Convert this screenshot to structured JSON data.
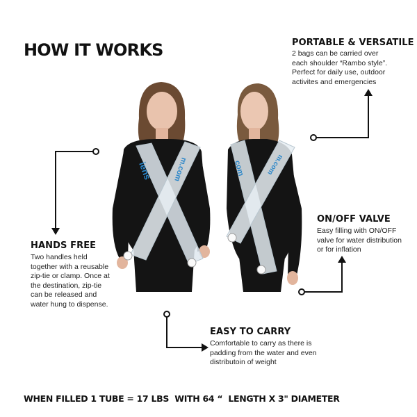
{
  "title": "HOW IT WORKS",
  "sections": {
    "portable": {
      "heading": "PORTABLE & VERSATILE",
      "lines": [
        "2 bags can be carried over",
        "each shoulder “Rambo style”.",
        "Perfect for daily use, outdoor",
        "activites and emergencies"
      ]
    },
    "hands_free": {
      "heading": "HANDS FREE",
      "lines": [
        "Two handles held",
        "together with a reusable",
        "zip-tie or clamp. Once at",
        "the destination, zip-tie",
        "can be released and",
        "water hung to dispense."
      ]
    },
    "valve": {
      "heading": "ON/OFF VALVE",
      "lines": [
        "Easy filling with ON/OFF",
        "valve for water distribution",
        "or for inflation"
      ]
    },
    "easy_carry": {
      "heading": "EASY TO CARRY",
      "lines": [
        "Comfortable to carry as there is",
        "padding from the water and even",
        "distributoin of weight"
      ]
    }
  },
  "footer": "WHEN FILLED 1 TUBE = 17 LBS  WITH 64 “  LENGTH X 3\" DIAMETER",
  "colors": {
    "text": "#111111",
    "tube_print": "#2a86c9",
    "clothing": "#141414"
  }
}
